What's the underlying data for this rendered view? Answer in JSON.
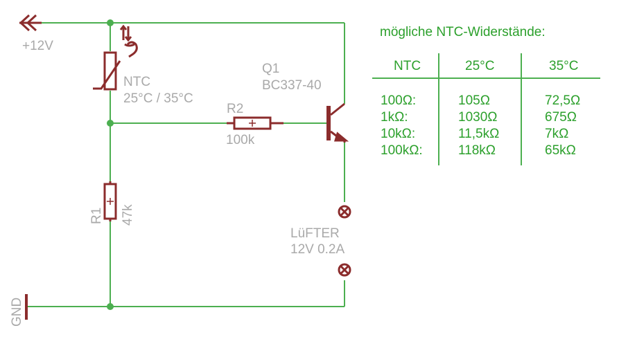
{
  "colors": {
    "wire": "#4caf50",
    "component": "#8b2c2c",
    "label": "#a9a9a9",
    "table": "#2ca02c"
  },
  "schematic": {
    "supply_label": "+12V",
    "ground_label": "GND",
    "ntc": {
      "name": "NTC",
      "temps": "25°C / 35°C"
    },
    "q1": {
      "name": "Q1",
      "value": "BC337-40"
    },
    "r2": {
      "name": "R2",
      "value": "100k"
    },
    "r1": {
      "name": "R1",
      "value": "47k"
    },
    "fan": {
      "name": "LüFTER",
      "rating": "12V 0.2A"
    }
  },
  "table": {
    "title": "mögliche NTC-Widerstände:",
    "headers": [
      "NTC",
      "25°C",
      "35°C"
    ],
    "rows": [
      [
        "100Ω:",
        "105Ω",
        "72,5Ω"
      ],
      [
        "1kΩ:",
        "1030Ω",
        "675Ω"
      ],
      [
        "10kΩ:",
        "11,5kΩ",
        "7kΩ"
      ],
      [
        "100kΩ:",
        "118kΩ",
        "65kΩ"
      ]
    ]
  }
}
